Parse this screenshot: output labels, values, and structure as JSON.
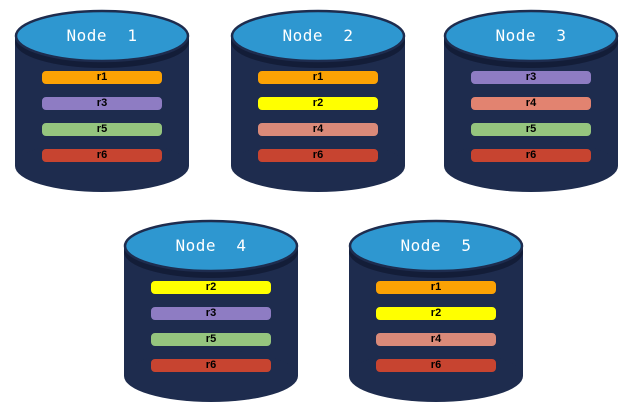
{
  "colors": {
    "page_background": "#FFFFFF",
    "cylinder_body": "#1E2C4E",
    "cylinder_top": "#2E97D0",
    "cylinder_top_shadow": "#131D38",
    "title_text": "#FFFFFF",
    "bar_text": "#000000",
    "replica_r1": "#FCA204",
    "replica_r2": "#FFFF00",
    "replica_r3": "#8E7CC3",
    "replica_r4": "#DA8A79",
    "replica_r5": "#95C57E",
    "replica_r6": "#C74430"
  },
  "nodes": [
    {
      "title": "Node  1",
      "bars": [
        {
          "label": "r1",
          "color": "#FCA204"
        },
        {
          "label": "r3",
          "color": "#8E7CC3"
        },
        {
          "label": "r5",
          "color": "#95C57E"
        },
        {
          "label": "r6",
          "color": "#C74430"
        }
      ]
    },
    {
      "title": "Node  2",
      "bars": [
        {
          "label": "r1",
          "color": "#FCA204"
        },
        {
          "label": "r2",
          "color": "#FFFF00"
        },
        {
          "label": "r4",
          "color": "#DA8A79"
        },
        {
          "label": "r6",
          "color": "#C74430"
        }
      ]
    },
    {
      "title": "Node  3",
      "bars": [
        {
          "label": "r3",
          "color": "#8E7CC3"
        },
        {
          "label": "r4",
          "color": "#E28370"
        },
        {
          "label": "r5",
          "color": "#95C57E"
        },
        {
          "label": "r6",
          "color": "#C74430"
        }
      ]
    },
    {
      "title": "Node  4",
      "bars": [
        {
          "label": "r2",
          "color": "#FFFF00"
        },
        {
          "label": "r3",
          "color": "#8E7CC3"
        },
        {
          "label": "r5",
          "color": "#95C57E"
        },
        {
          "label": "r6",
          "color": "#C74430"
        }
      ]
    },
    {
      "title": "Node  5",
      "bars": [
        {
          "label": "r1",
          "color": "#FCA204"
        },
        {
          "label": "r2",
          "color": "#FFFF00"
        },
        {
          "label": "r4",
          "color": "#DA8A79"
        },
        {
          "label": "r6",
          "color": "#C74430"
        }
      ]
    }
  ]
}
